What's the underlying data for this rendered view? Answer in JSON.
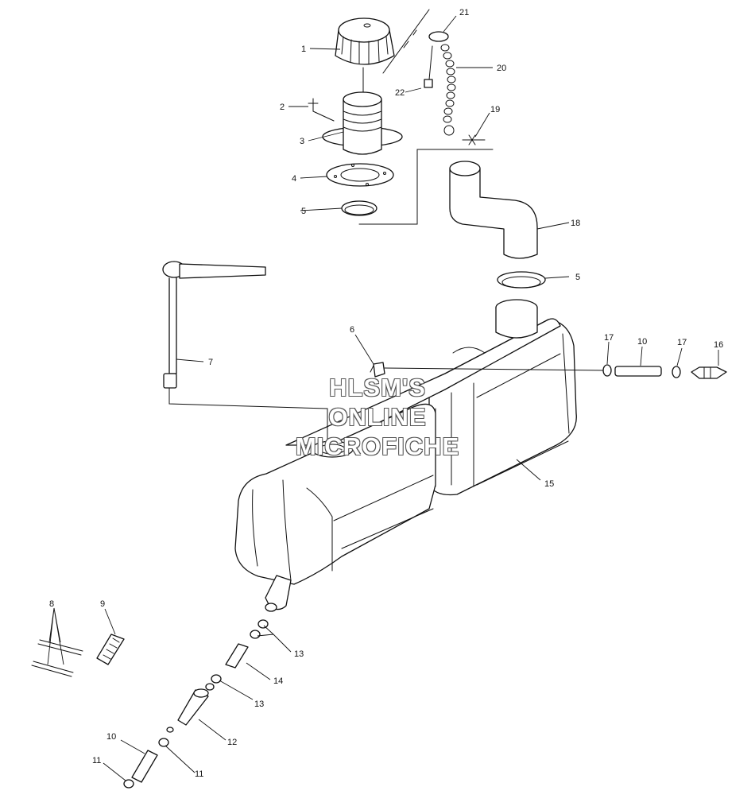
{
  "watermark": {
    "line1": "HLSM'S",
    "line2": "ONLINE",
    "line3": "MICROFICHE"
  },
  "callouts": {
    "c1": "1",
    "c2": "2",
    "c3": "3",
    "c4": "4",
    "c5a": "5",
    "c5b": "5",
    "c6": "6",
    "c7": "7",
    "c8": "8",
    "c9": "9",
    "c10a": "10",
    "c10b": "10",
    "c11a": "11",
    "c11b": "11",
    "c12": "12",
    "c13a": "13",
    "c13b": "13",
    "c14": "14",
    "c15": "15",
    "c16": "16",
    "c17a": "17",
    "c17b": "17",
    "c18": "18",
    "c19": "19",
    "c20": "20",
    "c21": "21",
    "c22": "22"
  }
}
